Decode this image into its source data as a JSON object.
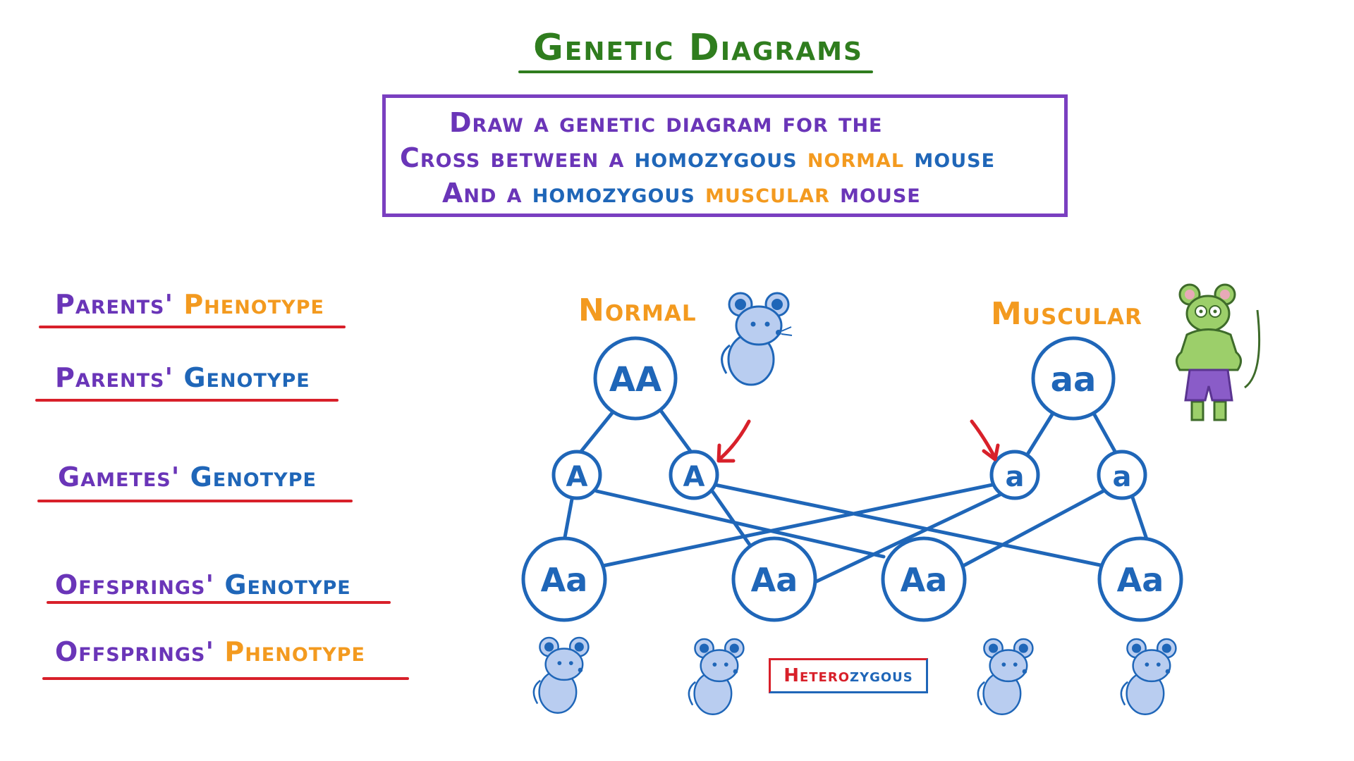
{
  "title": "Genetic Diagrams",
  "task": {
    "line1": [
      {
        "text": "Draw a genetic diagram for the",
        "color": "purple"
      }
    ],
    "line2": [
      {
        "text": "Cross between a ",
        "color": "purple"
      },
      {
        "text": "homozygous ",
        "color": "blue"
      },
      {
        "text": "normal ",
        "color": "orange"
      },
      {
        "text": "mouse",
        "color": "blue"
      }
    ],
    "line3": [
      {
        "text": "And a ",
        "color": "purple"
      },
      {
        "text": "homozygous ",
        "color": "blue"
      },
      {
        "text": "muscular ",
        "color": "orange"
      },
      {
        "text": "mouse",
        "color": "purple"
      }
    ]
  },
  "rows": {
    "parents_phenotype": {
      "part1": "Parents' ",
      "part2": "Phenotype"
    },
    "parents_genotype": {
      "part1": "Parents' ",
      "part2": "Genotype"
    },
    "gametes_genotype": {
      "part1": "Gametes' ",
      "part2": "Genotype"
    },
    "offsprings_genotype": {
      "part1": "Offsprings' ",
      "part2": "Genotype"
    },
    "offsprings_phenotype": {
      "part1": "Offsprings' ",
      "part2": "Phenotype"
    }
  },
  "phenotypes": {
    "normal": "Normal",
    "muscular": "Muscular"
  },
  "parents": {
    "normal_genotype": "AA",
    "muscular_genotype": "aa"
  },
  "gametes": [
    "A",
    "A",
    "a",
    "a"
  ],
  "offspring": [
    "Aa",
    "Aa",
    "Aa",
    "Aa"
  ],
  "hetero_label": {
    "red": "Hetero",
    "blue": "zygous"
  },
  "colors": {
    "title": "#2f7d1e",
    "box_border": "#7a3fc0",
    "purple": "#6a35b8",
    "blue": "#1f66b8",
    "orange": "#f39a1f",
    "red": "#d8202a",
    "mouse_fill": "#b9cdf0",
    "muscular_mouse": "#9ccf6a"
  },
  "icons": {
    "normal_mouse": "mouse-icon",
    "muscular_mouse": "muscular-mouse-icon"
  }
}
